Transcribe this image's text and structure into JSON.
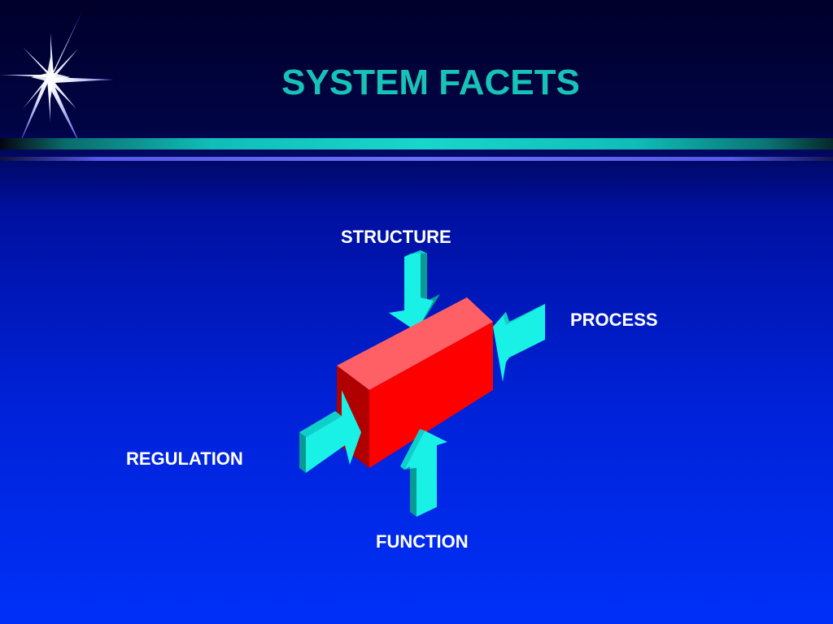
{
  "slide": {
    "title": "SYSTEM FACETS"
  },
  "facets": {
    "top": "STRUCTURE",
    "right": "PROCESS",
    "left": "REGULATION",
    "bottom": "FUNCTION"
  },
  "colors": {
    "title": "#17c3b8",
    "arrow_face": "#19f0e6",
    "arrow_side": "#0a9a95",
    "box_front": "#ff0000",
    "box_top": "#ff6066",
    "box_side": "#b00000",
    "label": "#ffffff"
  },
  "decorations": {
    "corner_graphic": "starburst-icon"
  }
}
